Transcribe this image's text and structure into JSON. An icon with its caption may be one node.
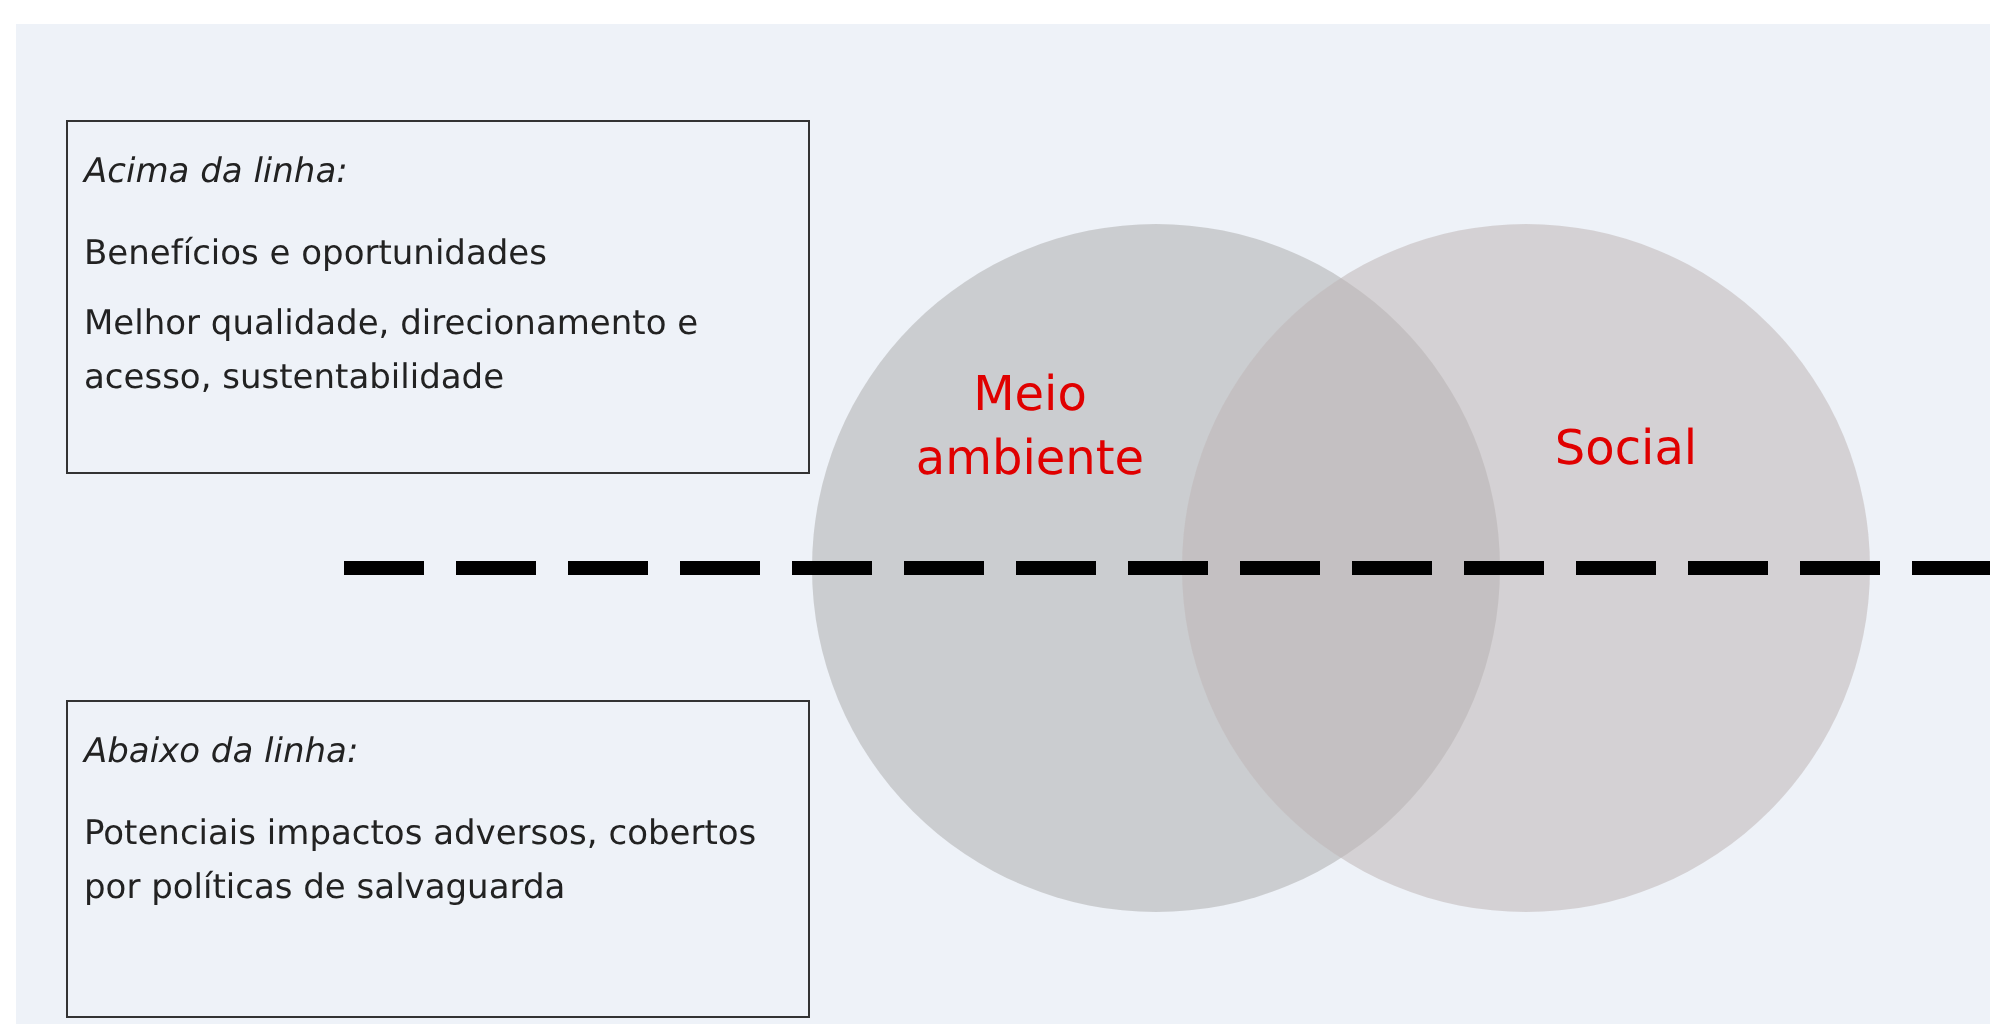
{
  "diagram": {
    "nodes": [
      {
        "text": [
          "Acima da linha:",
          "Benefícios e oportunidades",
          "Melhor qualidade, direcionamento e acesso, sustentabilidade"
        ]
      },
      {
        "text": [
          "Abaixo da linha:",
          "Potenciais impactos adversos, cobertos por políticas de salvaguarda"
        ]
      },
      {
        "text": [
          "Meio ambiente"
        ]
      },
      {
        "text": [
          "Social"
        ]
      }
    ]
  }
}
